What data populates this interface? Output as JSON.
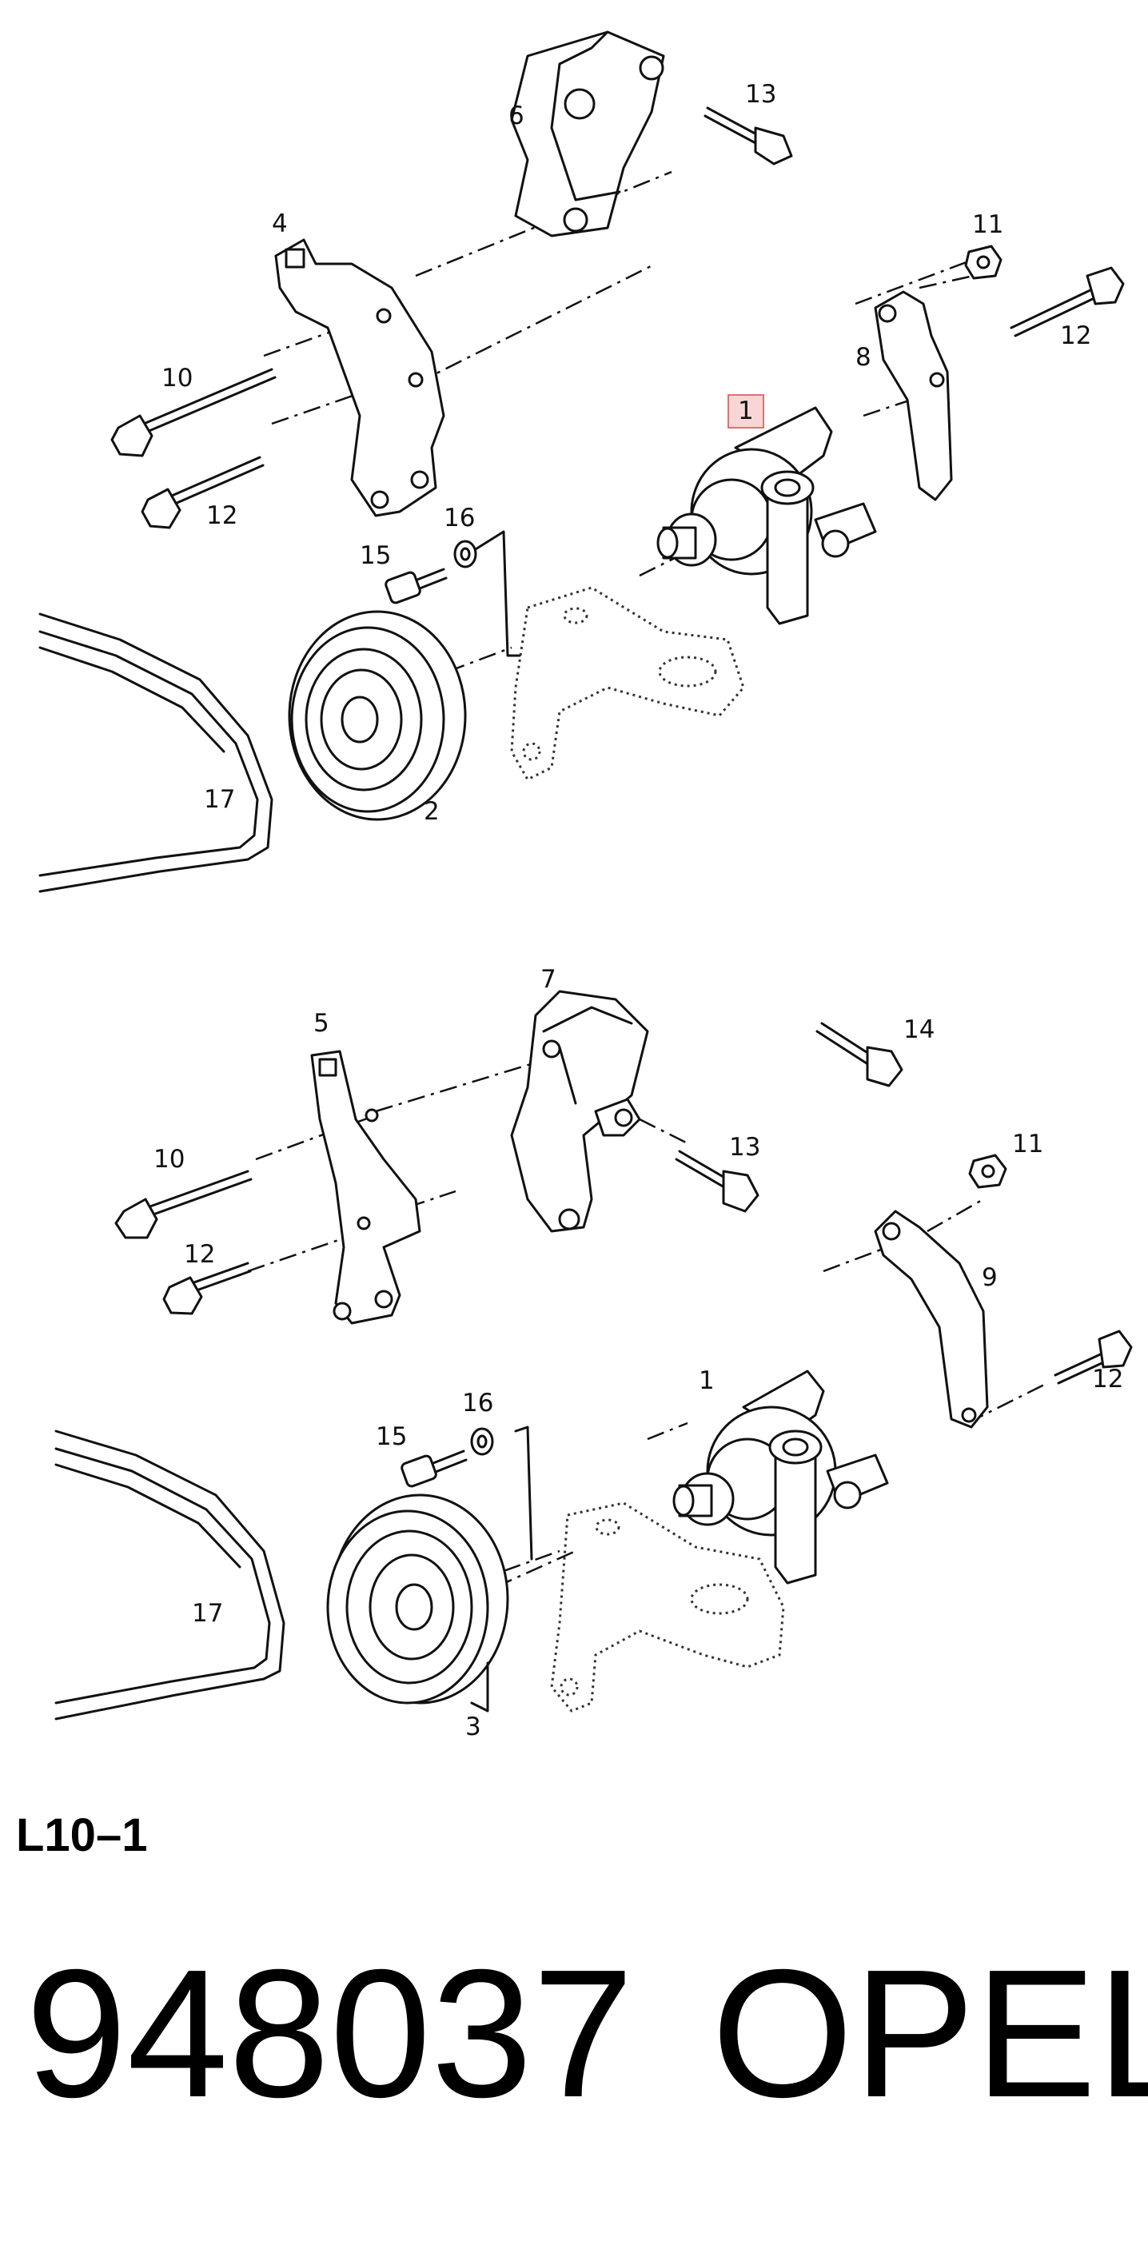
{
  "callouts": {
    "top": {
      "c1": "1",
      "c2": "2",
      "c4": "4",
      "c6": "6",
      "c8": "8",
      "c10": "10",
      "c11": "11",
      "c12a": "12",
      "c12b": "12",
      "c13": "13",
      "c15": "15",
      "c16": "16",
      "c17": "17"
    },
    "bottom": {
      "c1": "1",
      "c3": "3",
      "c5": "5",
      "c7": "7",
      "c9": "9",
      "c10": "10",
      "c11": "11",
      "c12a": "12",
      "c12b": "12",
      "c13": "13",
      "c14": "14",
      "c15": "15",
      "c16": "16",
      "c17": "17"
    }
  },
  "highlighted_callout": "1",
  "highlight_color": "#f8d6d6",
  "figure_code": "L10–1",
  "part_number": "948037",
  "brand": "OPEL"
}
